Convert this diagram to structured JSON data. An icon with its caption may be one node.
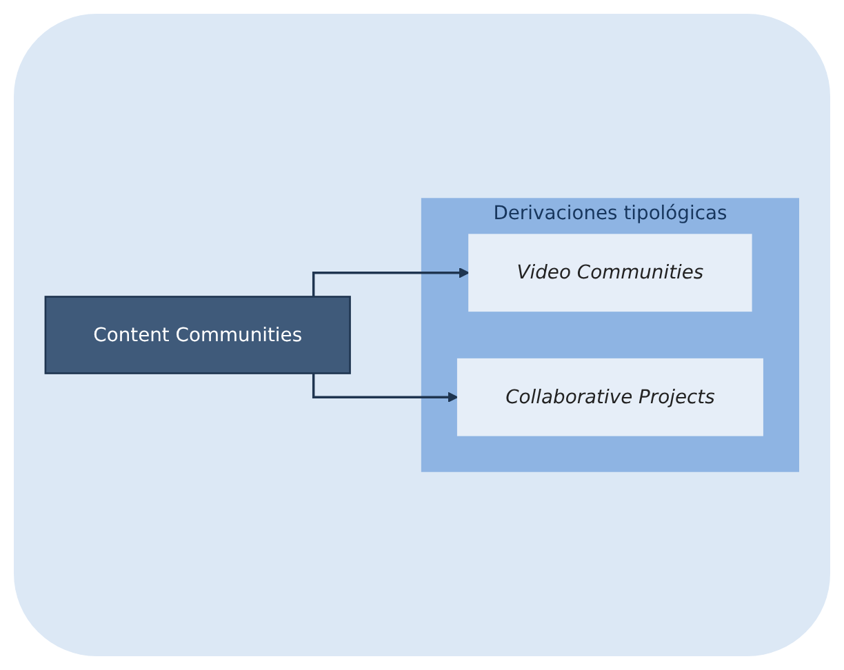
{
  "diagram": {
    "nodes": [
      {
        "text": [
          "Content Communities"
        ]
      },
      {
        "text": [
          "Derivaciones tipológicas"
        ]
      },
      {
        "text": [
          "Video Communities"
        ],
        "in": 1
      },
      {
        "text": [
          "Collaborative Projects"
        ],
        "in": 1
      }
    ],
    "edges": [
      {
        "from": 0,
        "to": 2,
        "arrow": "to"
      },
      {
        "from": 0,
        "to": 3,
        "arrow": "to"
      }
    ]
  }
}
